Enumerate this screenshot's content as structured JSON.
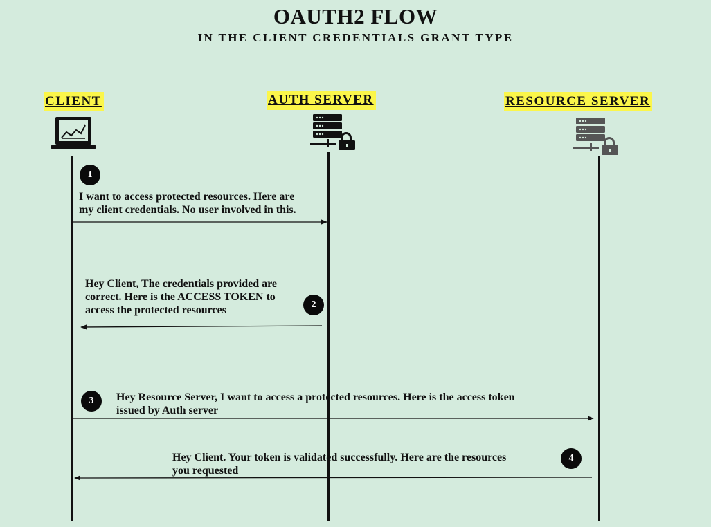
{
  "title": "OAUTH2 FLOW",
  "subtitle": "IN THE CLIENT CREDENTIALS GRANT TYPE",
  "actors": {
    "client": "CLIENT",
    "auth_server": "AUTH SERVER",
    "resource_server": "RESOURCE SERVER"
  },
  "icons": {
    "client": "laptop-chart-icon",
    "auth_server": "server-lock-icon",
    "resource_server": "server-lock-icon"
  },
  "colors": {
    "background": "#d4ebdd",
    "label_highlight": "#fbf64a",
    "resource_server_icon": "#555555"
  },
  "messages": [
    {
      "step": "1",
      "line1": "I want to access protected resources. Here are",
      "line2": "my client credentials. No user involved in this.",
      "direction": "client-to-auth"
    },
    {
      "step": "2",
      "line1": "Hey Client, The credentials provided are",
      "line2": "correct. Here is the ACCESS TOKEN to",
      "line3": "access the protected resources",
      "direction": "auth-to-client"
    },
    {
      "step": "3",
      "line1": "Hey Resource Server,  I want to access a protected resources. Here is the access token",
      "line2": "issued by Auth server",
      "direction": "client-to-resource"
    },
    {
      "step": "4",
      "line1": "Hey Client. Your token is validated successfully. Here are the resources",
      "line2": "you requested",
      "direction": "resource-to-client"
    }
  ]
}
